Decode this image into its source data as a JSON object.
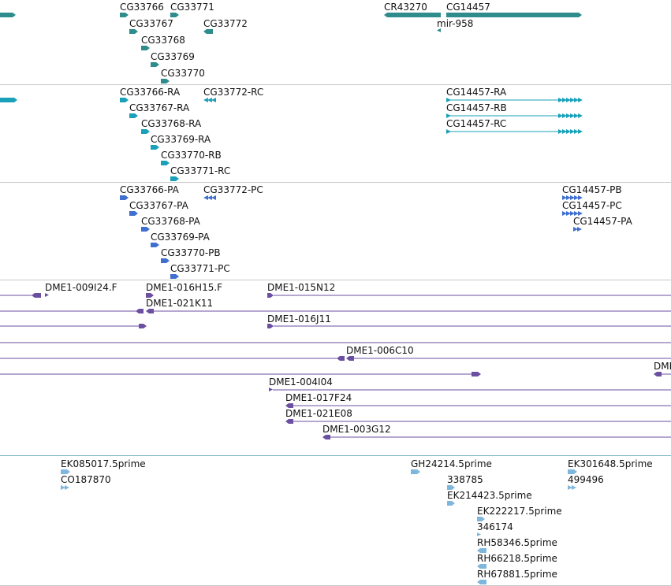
{
  "colors": {
    "gene": "#2e8c8c",
    "transcript": "#1aa0b8",
    "protein": "#3f6fcf",
    "clone": "#6b4fa0",
    "est": "#7fb6dc"
  },
  "tracks": {
    "genes": {
      "items": [
        {
          "label": "CG33766",
          "strand": "+"
        },
        {
          "label": "CG33771",
          "strand": "+"
        },
        {
          "label": "CG33767",
          "strand": "+"
        },
        {
          "label": "CG33772",
          "strand": "-"
        },
        {
          "label": "CG33768",
          "strand": "+"
        },
        {
          "label": "CG33769",
          "strand": "+"
        },
        {
          "label": "CG33770",
          "strand": "+"
        },
        {
          "label": "CR43270",
          "strand": "-"
        },
        {
          "label": "CG14457",
          "strand": "+"
        },
        {
          "label": "mir-958",
          "strand": "-"
        }
      ]
    },
    "transcripts": {
      "items": [
        {
          "label": "CG33766-RA"
        },
        {
          "label": "CG33772-RC"
        },
        {
          "label": "CG33767-RA"
        },
        {
          "label": "CG33768-RA"
        },
        {
          "label": "CG33769-RA"
        },
        {
          "label": "CG33770-RB"
        },
        {
          "label": "CG33771-RC"
        },
        {
          "label": "CG14457-RA"
        },
        {
          "label": "CG14457-RB"
        },
        {
          "label": "CG14457-RC"
        }
      ]
    },
    "proteins": {
      "items": [
        {
          "label": "CG33766-PA"
        },
        {
          "label": "CG33772-PC"
        },
        {
          "label": "CG33767-PA"
        },
        {
          "label": "CG33768-PA"
        },
        {
          "label": "CG33769-PA"
        },
        {
          "label": "CG33770-PB"
        },
        {
          "label": "CG33771-PC"
        },
        {
          "label": "CG14457-PB"
        },
        {
          "label": "CG14457-PC"
        },
        {
          "label": "CG14457-PA"
        }
      ]
    },
    "clones": {
      "items": [
        {
          "label": "DME1-009I24.F"
        },
        {
          "label": "DME1-016H15.F"
        },
        {
          "label": "DME1-015N12"
        },
        {
          "label": "DME1-021K11"
        },
        {
          "label": "DME1-016J11"
        },
        {
          "label": "DME1-006C10"
        },
        {
          "label": "DME"
        },
        {
          "label": "DME1-004I04"
        },
        {
          "label": "DME1-017F24"
        },
        {
          "label": "DME1-021E08"
        },
        {
          "label": "DME1-003G12"
        }
      ]
    },
    "ests": {
      "items": [
        {
          "label": "EK085017.5prime"
        },
        {
          "label": "CO187870"
        },
        {
          "label": "GH24214.5prime"
        },
        {
          "label": "338785"
        },
        {
          "label": "EK214423.5prime"
        },
        {
          "label": "EK222217.5prime"
        },
        {
          "label": "346174"
        },
        {
          "label": "RH58346.5prime"
        },
        {
          "label": "RH66218.5prime"
        },
        {
          "label": "RH67881.5prime"
        },
        {
          "label": "EK301648.5prime"
        },
        {
          "label": "499496"
        }
      ]
    }
  }
}
